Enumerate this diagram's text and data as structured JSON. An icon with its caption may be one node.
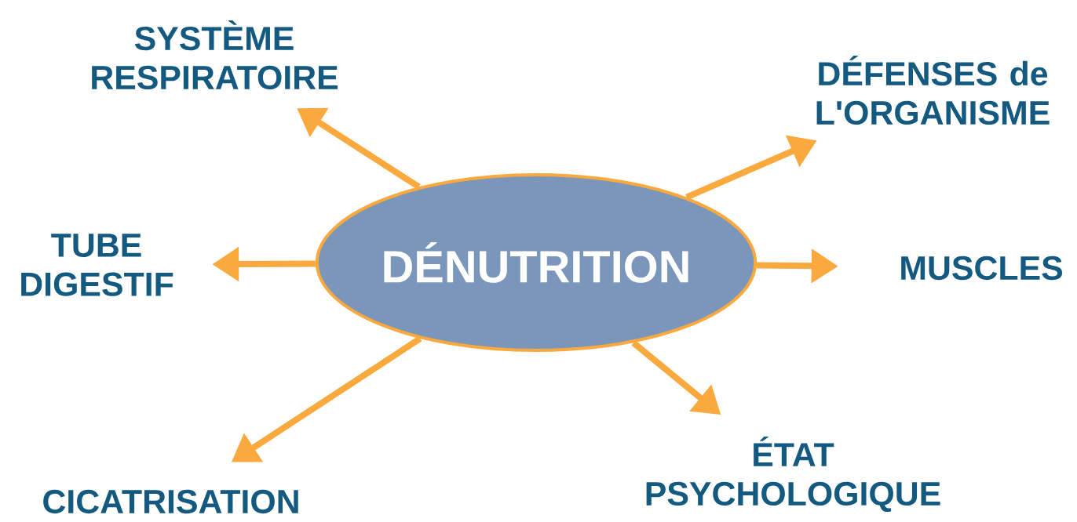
{
  "diagram": {
    "nodes": [
      {
        "text": [
          "DÉNUTRITION"
        ]
      },
      {
        "text": [
          "SYSTÈME RESPIRATOIRE"
        ]
      },
      {
        "text": [
          "DÉFENSES de L'ORGANISME"
        ]
      },
      {
        "text": [
          "TUBE DIGESTIF"
        ]
      },
      {
        "text": [
          "MUSCLES"
        ]
      },
      {
        "text": [
          "CICATRISATION"
        ]
      },
      {
        "text": [
          "ÉTAT PSYCHOLOGIQUE"
        ]
      }
    ],
    "edges": [
      {
        "from": 0,
        "to": 1,
        "arrow": "to"
      },
      {
        "from": 0,
        "to": 2,
        "arrow": "to"
      },
      {
        "from": 0,
        "to": 3,
        "arrow": "to"
      },
      {
        "from": 0,
        "to": 4,
        "arrow": "to"
      },
      {
        "from": 0,
        "to": 5,
        "arrow": "to"
      },
      {
        "from": 0,
        "to": 6,
        "arrow": "to"
      }
    ]
  }
}
